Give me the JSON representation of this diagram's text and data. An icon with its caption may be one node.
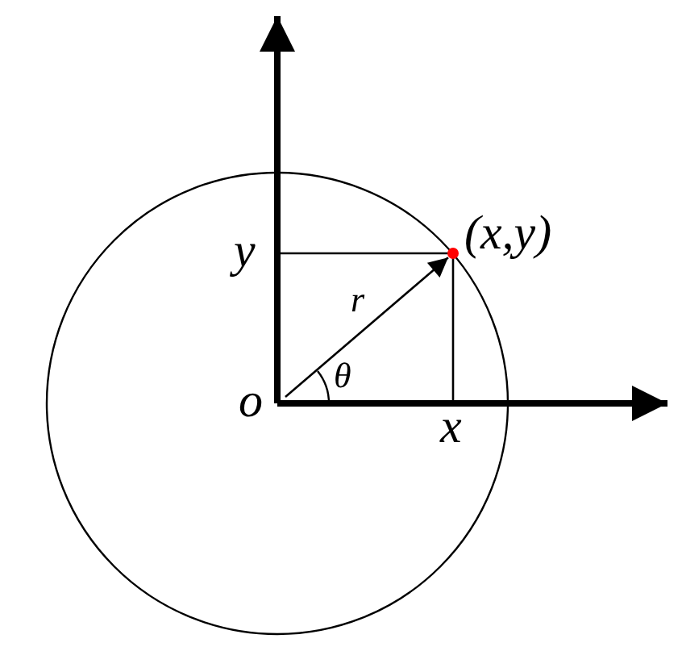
{
  "diagram": {
    "nodes": [
      {
        "text": [
          "o"
        ]
      },
      {
        "text": [
          "(x,y)"
        ]
      }
    ],
    "edges": [
      {
        "from": 0,
        "to": 1,
        "arrow": "to",
        "label": "r"
      }
    ],
    "labels": [
      "y",
      "θ",
      "x"
    ]
  }
}
